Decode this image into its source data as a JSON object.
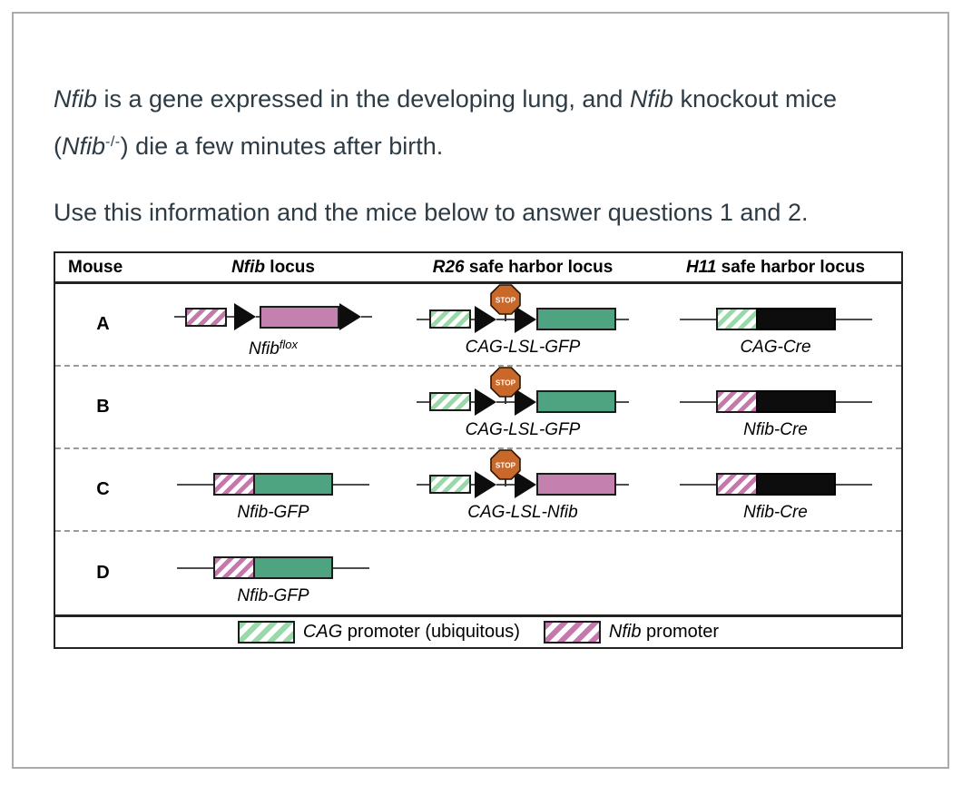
{
  "colors": {
    "page_border": "#ababab",
    "text": "#2d3b45",
    "figure_border": "#222222",
    "line": "#4d4d4d",
    "green_solid": "#4ea480",
    "pink_solid": "#c480ae",
    "black_box": "#0d0d0d",
    "green_stripe": "#9ad8a9",
    "pink_stripe": "#c478ac",
    "stop_fill": "#c8682a",
    "dashed_separator": "#9a9a9a"
  },
  "intro": {
    "p1": {
      "gene_a": "Nfib",
      "t1": " is a gene expressed in the developing lung, and ",
      "gene_b": "Nfib",
      "t2": " knockout mice (",
      "gene_c": "Nfib",
      "sup": "-/-",
      "t3": ") die a few minutes after birth."
    },
    "p2": "Use this information and the mice below to answer questions 1 and 2."
  },
  "figure": {
    "headers": {
      "mouse": "Mouse",
      "nfib": {
        "italic": "Nfib",
        "rest": " locus"
      },
      "r26": {
        "italic": "R26",
        "rest": " safe harbor locus"
      },
      "h11": {
        "italic": "H11",
        "rest": " safe harbor locus"
      }
    },
    "stop_label": "STOP",
    "rows": [
      {
        "mouse": "A",
        "nfib_locus": {
          "label_base": "Nfib",
          "label_sup": "flox",
          "elements": [
            "nfib-promoter",
            "loxP",
            "nfib-gene",
            "loxP"
          ]
        },
        "r26_locus": {
          "label": "CAG-LSL-GFP",
          "elements": [
            "cag-promoter",
            "loxP",
            "stop-cassette",
            "loxP",
            "gfp-gene"
          ]
        },
        "h11_locus": {
          "label": "CAG-Cre",
          "elements": [
            "cag-promoter",
            "cre-gene"
          ]
        }
      },
      {
        "mouse": "B",
        "nfib_locus": null,
        "r26_locus": {
          "label": "CAG-LSL-GFP",
          "elements": [
            "cag-promoter",
            "loxP",
            "stop-cassette",
            "loxP",
            "gfp-gene"
          ]
        },
        "h11_locus": {
          "label": "Nfib-Cre",
          "elements": [
            "nfib-promoter",
            "cre-gene"
          ]
        }
      },
      {
        "mouse": "C",
        "nfib_locus": {
          "label": "Nfib-GFP",
          "elements": [
            "nfib-promoter",
            "gfp-gene"
          ]
        },
        "r26_locus": {
          "label": "CAG-LSL-Nfib",
          "elements": [
            "cag-promoter",
            "loxP",
            "stop-cassette",
            "loxP",
            "nfib-gene"
          ]
        },
        "h11_locus": {
          "label": "Nfib-Cre",
          "elements": [
            "nfib-promoter",
            "cre-gene"
          ]
        }
      },
      {
        "mouse": "D",
        "nfib_locus": {
          "label": "Nfib-GFP",
          "elements": [
            "nfib-promoter",
            "gfp-gene"
          ]
        },
        "r26_locus": null,
        "h11_locus": null
      }
    ],
    "legend": {
      "cag": {
        "italic": "CAG",
        "rest": " promoter (ubiquitous)"
      },
      "nfib": {
        "italic": "Nfib",
        "rest": " promoter"
      }
    }
  }
}
